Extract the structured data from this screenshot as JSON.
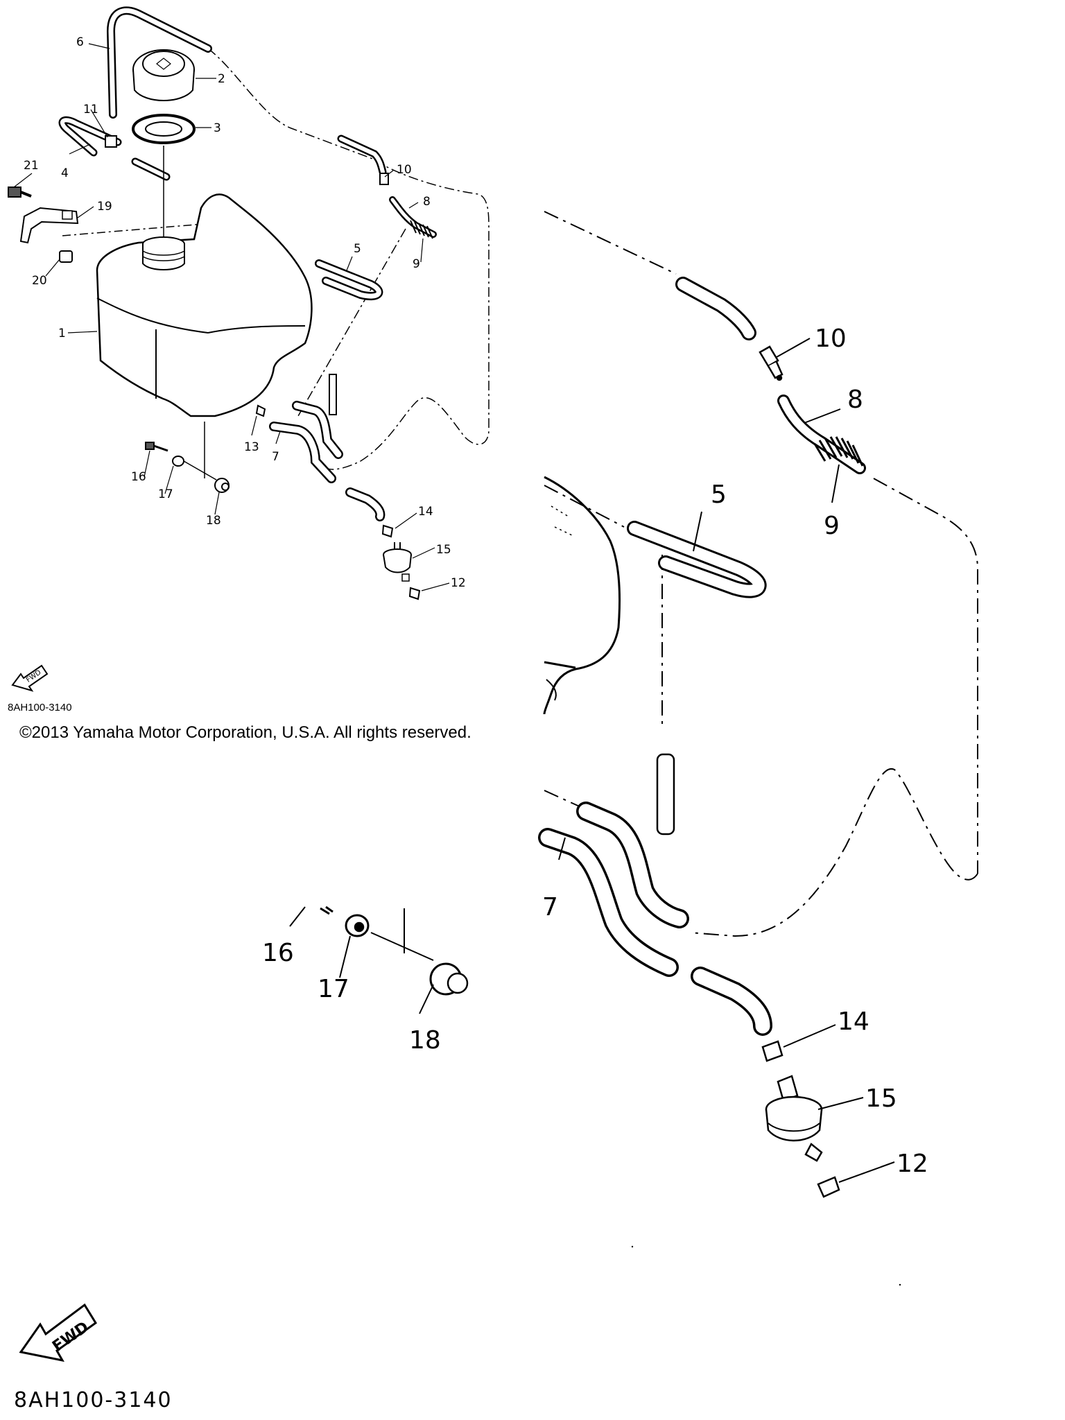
{
  "document": {
    "copyright": "©2013 Yamaha Motor Corporation, U.S.A. All rights reserved.",
    "reference_code": "8AH100-3140",
    "reference_code_zoom": "8AH100-3140",
    "direction_marker": "FWD"
  },
  "overview_callouts": [
    {
      "id": "c1",
      "label": "1"
    },
    {
      "id": "c2",
      "label": "2"
    },
    {
      "id": "c3",
      "label": "3"
    },
    {
      "id": "c4",
      "label": "4"
    },
    {
      "id": "c5",
      "label": "5"
    },
    {
      "id": "c6",
      "label": "6"
    },
    {
      "id": "c7",
      "label": "7"
    },
    {
      "id": "c8",
      "label": "8"
    },
    {
      "id": "c9",
      "label": "9"
    },
    {
      "id": "c10",
      "label": "10"
    },
    {
      "id": "c11",
      "label": "11"
    },
    {
      "id": "c12",
      "label": "12"
    },
    {
      "id": "c13",
      "label": "13"
    },
    {
      "id": "c14",
      "label": "14"
    },
    {
      "id": "c15",
      "label": "15"
    },
    {
      "id": "c16",
      "label": "16"
    },
    {
      "id": "c17",
      "label": "17"
    },
    {
      "id": "c18",
      "label": "18"
    },
    {
      "id": "c19",
      "label": "19"
    },
    {
      "id": "c20",
      "label": "20"
    },
    {
      "id": "c21",
      "label": "21"
    }
  ],
  "zoom_callouts": [
    {
      "id": "z5",
      "label": "5"
    },
    {
      "id": "z7",
      "label": "7"
    },
    {
      "id": "z8",
      "label": "8"
    },
    {
      "id": "z9",
      "label": "9"
    },
    {
      "id": "z10",
      "label": "10"
    },
    {
      "id": "z12",
      "label": "12"
    },
    {
      "id": "z14",
      "label": "14"
    },
    {
      "id": "z15",
      "label": "15"
    },
    {
      "id": "z16",
      "label": "16"
    },
    {
      "id": "z17",
      "label": "17"
    },
    {
      "id": "z18",
      "label": "18"
    }
  ],
  "colors": {
    "line": "#000000",
    "background": "#ffffff"
  }
}
